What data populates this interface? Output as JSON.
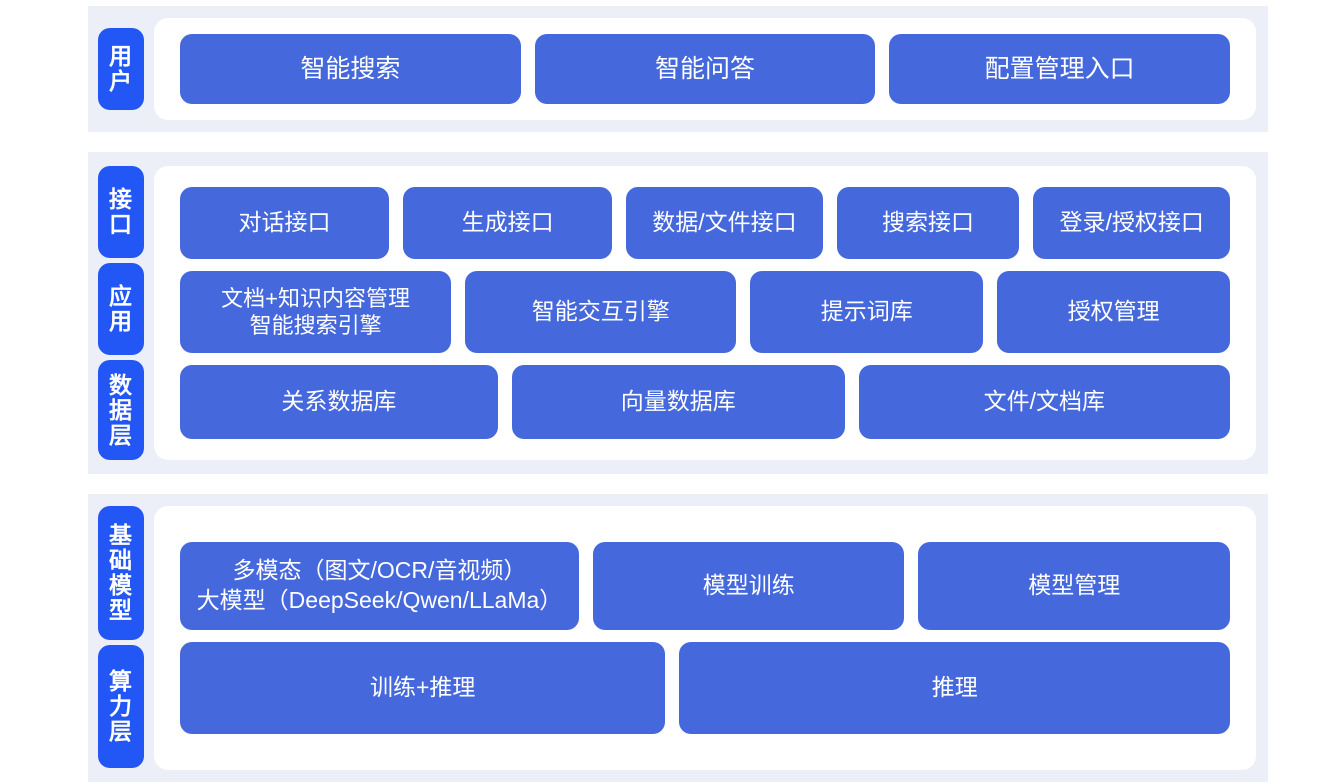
{
  "colors": {
    "band": "#eceff8",
    "chip": "#2256f5",
    "box": "#4568dd",
    "card": "#ffffff",
    "page": "#ffffff",
    "text_on_blue": "#ffffff"
  },
  "sections": [
    {
      "id": "user",
      "layers": [
        {
          "id": "user",
          "label": "用户"
        }
      ],
      "rows": [
        {
          "id": "user-entries",
          "items": [
            {
              "label": "智能搜索",
              "flex": 1
            },
            {
              "label": "智能问答",
              "flex": 1
            },
            {
              "label": "配置管理入口",
              "flex": 1
            }
          ]
        }
      ]
    },
    {
      "id": "middle",
      "layers": [
        {
          "id": "interface",
          "label": "接口"
        },
        {
          "id": "application",
          "label": "应用"
        },
        {
          "id": "data",
          "label": "数据层"
        }
      ],
      "rows": [
        {
          "id": "interface-row",
          "items": [
            {
              "label": "对话接口",
              "flex": 1.07
            },
            {
              "label": "生成接口",
              "flex": 1.07
            },
            {
              "label": "数据/文件接口",
              "flex": 1.0
            },
            {
              "label": "搜索接口",
              "flex": 0.92
            },
            {
              "label": "登录/授权接口",
              "flex": 1.0
            }
          ]
        },
        {
          "id": "application-row",
          "items": [
            {
              "label": "文档+知识内容管理\n智能搜索引擎",
              "flex": 1.18,
              "multiline": true
            },
            {
              "label": "智能交互引擎",
              "flex": 1.18
            },
            {
              "label": "提示词库",
              "flex": 1.0
            },
            {
              "label": "授权管理",
              "flex": 1.0
            }
          ]
        },
        {
          "id": "data-row",
          "items": [
            {
              "label": "关系数据库",
              "flex": 1.0
            },
            {
              "label": "向量数据库",
              "flex": 1.05
            },
            {
              "label": "文件/文档库",
              "flex": 1.18
            }
          ]
        }
      ]
    },
    {
      "id": "base",
      "layers": [
        {
          "id": "foundation-model",
          "label": "基础模型"
        },
        {
          "id": "compute",
          "label": "算力层"
        }
      ],
      "rows": [
        {
          "id": "model-row",
          "items": [
            {
              "label": "多模态（图文/OCR/音视频）\n大模型（DeepSeek/Qwen/LLaMa）",
              "flex": 1.3,
              "multiline": true
            },
            {
              "label": "模型训练",
              "flex": 1.0
            },
            {
              "label": "模型管理",
              "flex": 1.0
            }
          ]
        },
        {
          "id": "compute-row",
          "items": [
            {
              "label": "训练+推理",
              "flex": 1.0
            },
            {
              "label": "推理",
              "flex": 1.14
            }
          ]
        }
      ]
    }
  ]
}
